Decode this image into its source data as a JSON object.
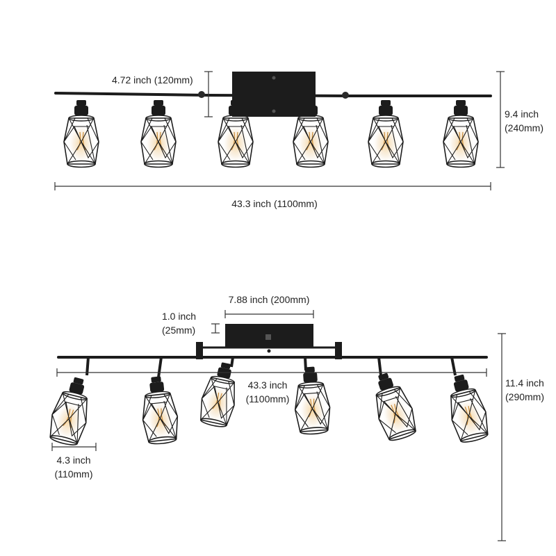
{
  "colors": {
    "fixture": "#1c1c1c",
    "dimension_line": "#333333",
    "bulb_glow": "#f3c27a",
    "text": "#222222",
    "background": "#ffffff"
  },
  "top_view": {
    "backplate_drop": "4.72 inch (120mm)",
    "height_line1": "9.4 inch",
    "height_line2": "(240mm)",
    "total_width": "43.3 inch (1100mm)"
  },
  "bottom_view": {
    "plate_width": "7.88 inch (200mm)",
    "plate_height_line1": "1.0 inch",
    "plate_height_line2": "(25mm)",
    "bar_width_line1": "43.3 inch",
    "bar_width_line2": "(1100mm)",
    "height_line1": "11.4 inch",
    "height_line2": "(290mm)",
    "shade_width_line1": "4.3 inch",
    "shade_width_line2": "(110mm)"
  }
}
